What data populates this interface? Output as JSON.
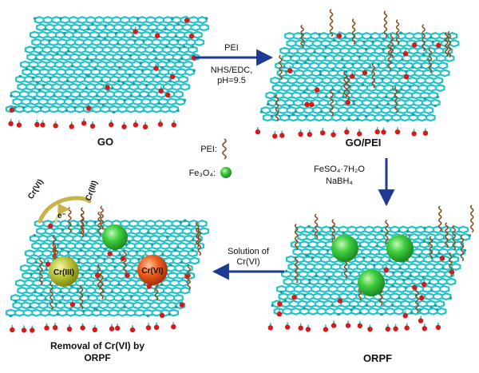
{
  "panels": {
    "go": {
      "label": "GO"
    },
    "go_pei": {
      "label": "GO/PEI"
    },
    "orpf": {
      "label": "ORPF"
    },
    "removal": {
      "label_line1": "Removal of Cr(VI) by",
      "label_line2": "ORPF"
    }
  },
  "steps": {
    "step1": {
      "reagent": "PEI",
      "conditions_line1": "NHS/EDC,",
      "conditions_line2": "pH=9.5"
    },
    "step2": {
      "line1": "FeSO₄·7H₂O",
      "line2": "NaBH₄"
    },
    "step3": {
      "line1": "Solution of",
      "line2": "Cr(VI)"
    }
  },
  "legend": {
    "pei_label": "PEI:",
    "fe3o4_label": "Fe₃O₄:"
  },
  "species": {
    "cr6": "Cr(VI)",
    "cr3": "Cr(III)",
    "electron": "e⁻",
    "cr6_sphere": "Cr(VI)",
    "cr3_sphere": "Cr(III)"
  },
  "colors": {
    "lattice": "#22c3c8",
    "oxygen": "#d61a1a",
    "pei_chain": "#8a4a1c",
    "fe3o4": "#3bbf3b",
    "cr3_sphere": "#b8c23a",
    "cr6_sphere": "#e8541a",
    "arrow": "#1f3a93"
  }
}
